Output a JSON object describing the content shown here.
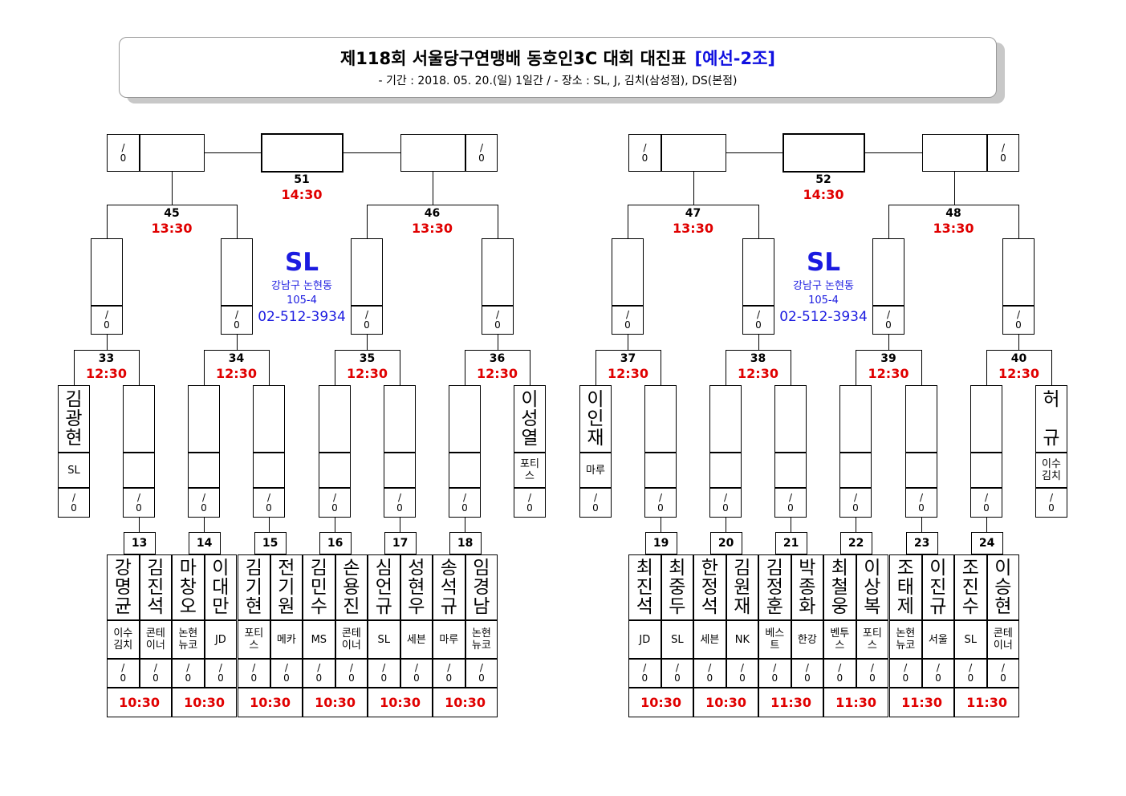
{
  "title": "제118회 서울당구연맹배 동호인3C 대회 대진표",
  "group": "[예선-2조]",
  "subtitle": "- 기간 : 2018. 05. 20.(일) 1일간 / - 장소 : SL, J, 김치(삼성점), DS(본점)",
  "score_text": "/\n0",
  "venue": {
    "name": "SL",
    "address1": "강남구 논현동",
    "address2": "105-4",
    "phone": "02-512-3934"
  },
  "finals": [
    {
      "num": "51",
      "time": "14:30"
    },
    {
      "num": "52",
      "time": "14:30"
    }
  ],
  "semis": [
    {
      "num": "45",
      "time": "13:30"
    },
    {
      "num": "46",
      "time": "13:30"
    },
    {
      "num": "47",
      "time": "13:30"
    },
    {
      "num": "48",
      "time": "13:30"
    }
  ],
  "quarters": [
    {
      "num": "33",
      "time": "12:30"
    },
    {
      "num": "34",
      "time": "12:30"
    },
    {
      "num": "35",
      "time": "12:30"
    },
    {
      "num": "36",
      "time": "12:30"
    },
    {
      "num": "37",
      "time": "12:30"
    },
    {
      "num": "38",
      "time": "12:30"
    },
    {
      "num": "39",
      "time": "12:30"
    },
    {
      "num": "40",
      "time": "12:30"
    }
  ],
  "byes": [
    {
      "name": "김광현",
      "club": "SL"
    },
    {
      "name": "이성열",
      "club": "포티스"
    },
    {
      "name": "이인재",
      "club": "마루"
    },
    {
      "name": "허 규",
      "club": "이수김치"
    }
  ],
  "first_round": [
    {
      "num": "13",
      "time": "10:30",
      "players": [
        {
          "name": "강명균",
          "club": "이수김치"
        },
        {
          "name": "김진석",
          "club": "콘테이너"
        }
      ]
    },
    {
      "num": "14",
      "time": "10:30",
      "players": [
        {
          "name": "마창오",
          "club": "논현뉴코"
        },
        {
          "name": "이대만",
          "club": "JD"
        }
      ]
    },
    {
      "num": "15",
      "time": "10:30",
      "players": [
        {
          "name": "김기현",
          "club": "포티스"
        },
        {
          "name": "전기원",
          "club": "메카"
        }
      ]
    },
    {
      "num": "16",
      "time": "10:30",
      "players": [
        {
          "name": "김민수",
          "club": "MS"
        },
        {
          "name": "손용진",
          "club": "콘테이너"
        }
      ]
    },
    {
      "num": "17",
      "time": "10:30",
      "players": [
        {
          "name": "심언규",
          "club": "SL"
        },
        {
          "name": "성현우",
          "club": "세븐"
        }
      ]
    },
    {
      "num": "18",
      "time": "10:30",
      "players": [
        {
          "name": "송석규",
          "club": "마루"
        },
        {
          "name": "임경남",
          "club": "논현뉴코"
        }
      ]
    },
    {
      "num": "19",
      "time": "10:30",
      "players": [
        {
          "name": "최진석",
          "club": "JD"
        },
        {
          "name": "최중두",
          "club": "SL"
        }
      ]
    },
    {
      "num": "20",
      "time": "10:30",
      "players": [
        {
          "name": "한정석",
          "club": "세븐"
        },
        {
          "name": "김원재",
          "club": "NK"
        }
      ]
    },
    {
      "num": "21",
      "time": "11:30",
      "players": [
        {
          "name": "김정훈",
          "club": "베스트"
        },
        {
          "name": "박종화",
          "club": "한강"
        }
      ]
    },
    {
      "num": "22",
      "time": "11:30",
      "players": [
        {
          "name": "최철웅",
          "club": "벤투스"
        },
        {
          "name": "이상복",
          "club": "포티스"
        }
      ]
    },
    {
      "num": "23",
      "time": "11:30",
      "players": [
        {
          "name": "조태제",
          "club": "논현뉴코"
        },
        {
          "name": "이진규",
          "club": "서울"
        }
      ]
    },
    {
      "num": "24",
      "time": "11:30",
      "players": [
        {
          "name": "조진수",
          "club": "SL"
        },
        {
          "name": "이승현",
          "club": "콘테이너"
        }
      ]
    }
  ]
}
